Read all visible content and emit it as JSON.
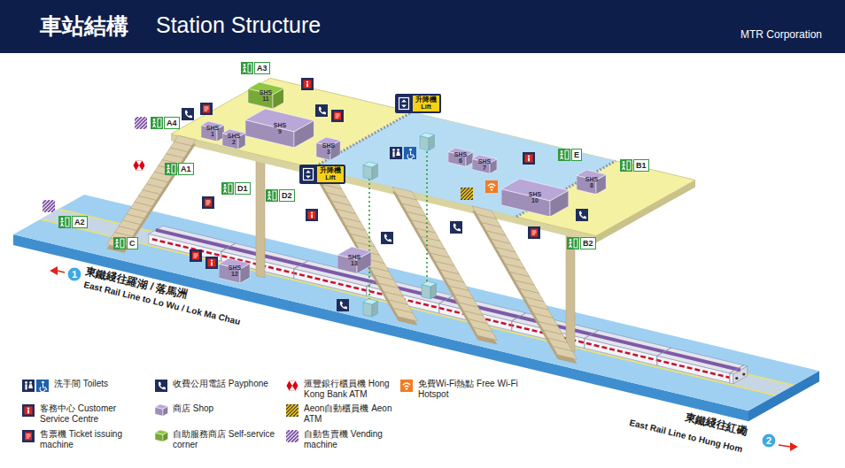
{
  "diagram": {
    "title": "車站結構",
    "nodes": [
      {
        "text": [
          "SHS 11"
        ]
      },
      {
        "text": [
          "升降機 Lift"
        ]
      },
      {
        "text": [
          "SHS 1"
        ]
      },
      {
        "text": [
          "SHS 2"
        ]
      },
      {
        "text": [
          "SHS 9"
        ]
      },
      {
        "text": [
          "SHS 3"
        ]
      },
      {
        "text": [
          "SHS 6"
        ]
      },
      {
        "text": [
          "SHS 7"
        ]
      },
      {
        "text": [
          "升降機 Lift"
        ]
      },
      {
        "text": [
          "SHS 8"
        ]
      },
      {
        "text": [
          "SHS 10"
        ]
      },
      {
        "text": [
          "SHS 13"
        ]
      },
      {
        "text": [
          "SHS 12"
        ]
      }
    ],
    "labels": [
      "Station Structure",
      "MTR Corporation",
      "A3",
      "A4",
      "A1",
      "A2",
      "C",
      "D1",
      "D2",
      "E",
      "B1",
      "B2",
      "1",
      "東鐵綫往羅湖 / 落馬洲",
      "East Rail Line to Lo Wu / Lok Ma Chau",
      "2",
      "東鐵綫往紅磡",
      "East Rail Line to Hung Hom"
    ],
    "legend": [
      {
        "text": "洗手間 Toilets"
      },
      {
        "text": "客務中心 Customer Service Centre"
      },
      {
        "text": "售票機 Ticket issuing machine"
      },
      {
        "text": "收費公用電話 Payphone"
      },
      {
        "text": "商店 Shop",
        "color": "#b9a7d8"
      },
      {
        "text": "自助服務商店 Self-service corner",
        "color": "#8dc63f"
      },
      {
        "text": "滙豐銀行櫃員機 Hong Kong Bank ATM"
      },
      {
        "text": "Aeon自動櫃員機 Aeon ATM"
      },
      {
        "text": "自動售賣機 Vending machine"
      },
      {
        "text": "免費Wi-Fi熱點 Free Wi-Fi Hotspot"
      }
    ]
  }
}
